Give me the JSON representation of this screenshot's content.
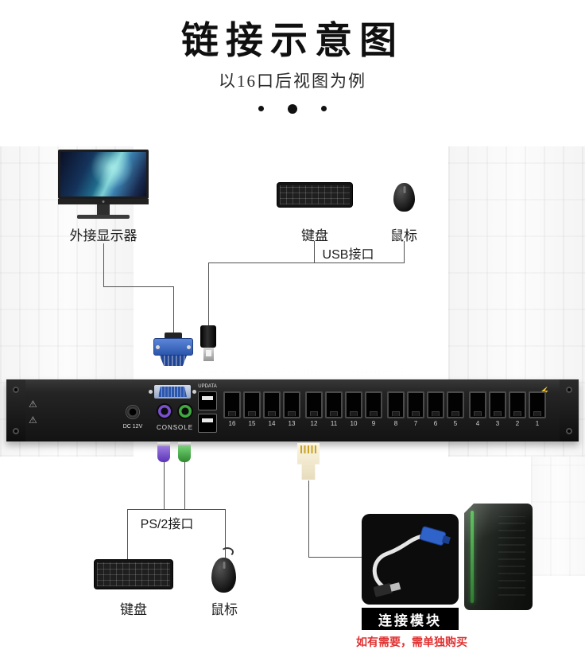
{
  "header": {
    "title": "链接示意图",
    "subtitle": "以16口后视图为例"
  },
  "top_section": {
    "monitor_label": "外接显示器",
    "keyboard_label": "键盘",
    "mouse_label": "鼠标",
    "usb_port_label": "USB接口"
  },
  "kvm_panel": {
    "dc_label": "DC 12V",
    "console_label": "CONSOLE",
    "updata_label": "UPDATA",
    "port_numbers": [
      "16",
      "15",
      "14",
      "13",
      "12",
      "11",
      "10",
      "9",
      "8",
      "7",
      "6",
      "5",
      "4",
      "3",
      "2",
      "1"
    ]
  },
  "bottom_section": {
    "ps2_port_label": "PS/2接口",
    "keyboard_label": "键盘",
    "mouse_label": "鼠标",
    "module_label": "连接模块",
    "purchase_note": "如有需要，需单独购买"
  },
  "icons": {
    "warning": "⚠",
    "power": "⚡"
  },
  "colors": {
    "note_red": "#e03131",
    "vga_blue": "#2b56ad",
    "ps2_purple": "#7a4fd0",
    "ps2_green": "#3faa3f",
    "tower_green": "#46b14a"
  }
}
